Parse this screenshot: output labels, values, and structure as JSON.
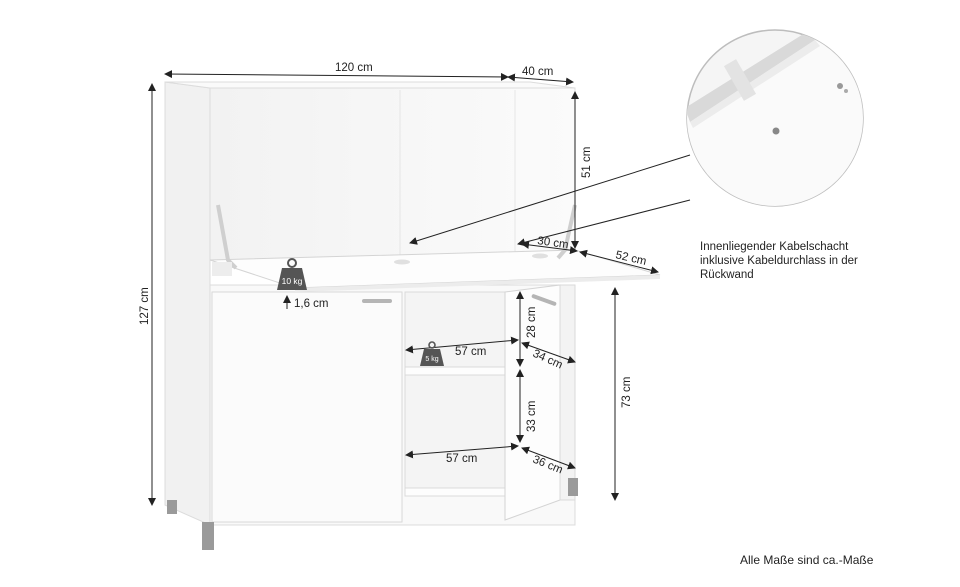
{
  "dimensions": {
    "width": "120 cm",
    "depth": "40 cm",
    "total_height": "127 cm",
    "upper_height": "51 cm",
    "flap_depth": "30 cm",
    "flap_width": "52 cm",
    "floor_height": "73 cm",
    "shelf_upper_height": "28 cm",
    "shelf_upper_width": "57 cm",
    "shelf_upper_depth": "34 cm",
    "shelf_lower_height": "33 cm",
    "shelf_lower_width": "57 cm",
    "shelf_lower_depth": "36 cm",
    "flap_thickness": "1,6 cm"
  },
  "loads": {
    "flap_load": "10 kg",
    "shelf_load": "5 kg"
  },
  "note": {
    "line1": "Innenliegender Kabelschacht",
    "line2": "inklusive Kabeldurchlass in der",
    "line3": "Rückwand"
  },
  "footer": "Alle Maße sind ca.-Maße",
  "colors": {
    "line": "#222222",
    "panel": "#f7f7f7",
    "edge": "#d4d4d4",
    "handle": "#b5b5b5",
    "feet": "#9a9a9a",
    "weight": "#555555"
  }
}
